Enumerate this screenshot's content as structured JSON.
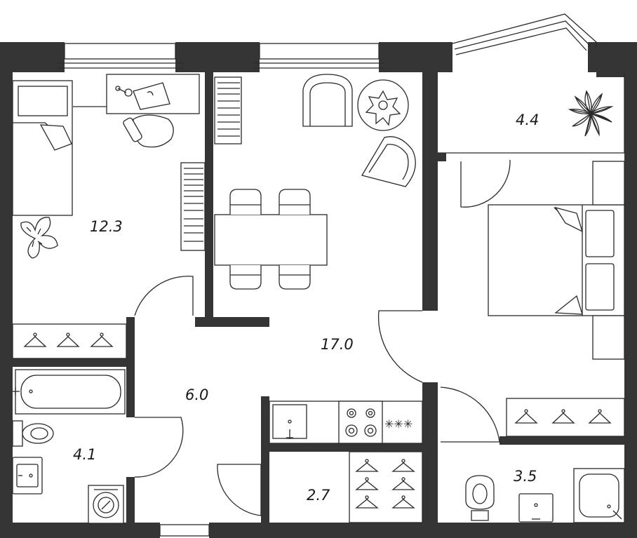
{
  "floor_plan": {
    "rooms": [
      {
        "id": "bedroom-1",
        "area": "12.3"
      },
      {
        "id": "living-kitchen",
        "area": "17.0"
      },
      {
        "id": "balcony",
        "area": "4.4"
      },
      {
        "id": "hallway",
        "area": "6.0"
      },
      {
        "id": "bathroom-1",
        "area": "4.1"
      },
      {
        "id": "storage",
        "area": "2.7"
      },
      {
        "id": "bathroom-2",
        "area": "3.5"
      }
    ],
    "colors": {
      "wall": "#353535",
      "background": "#ffffff",
      "line": "#2a2a2a"
    }
  }
}
